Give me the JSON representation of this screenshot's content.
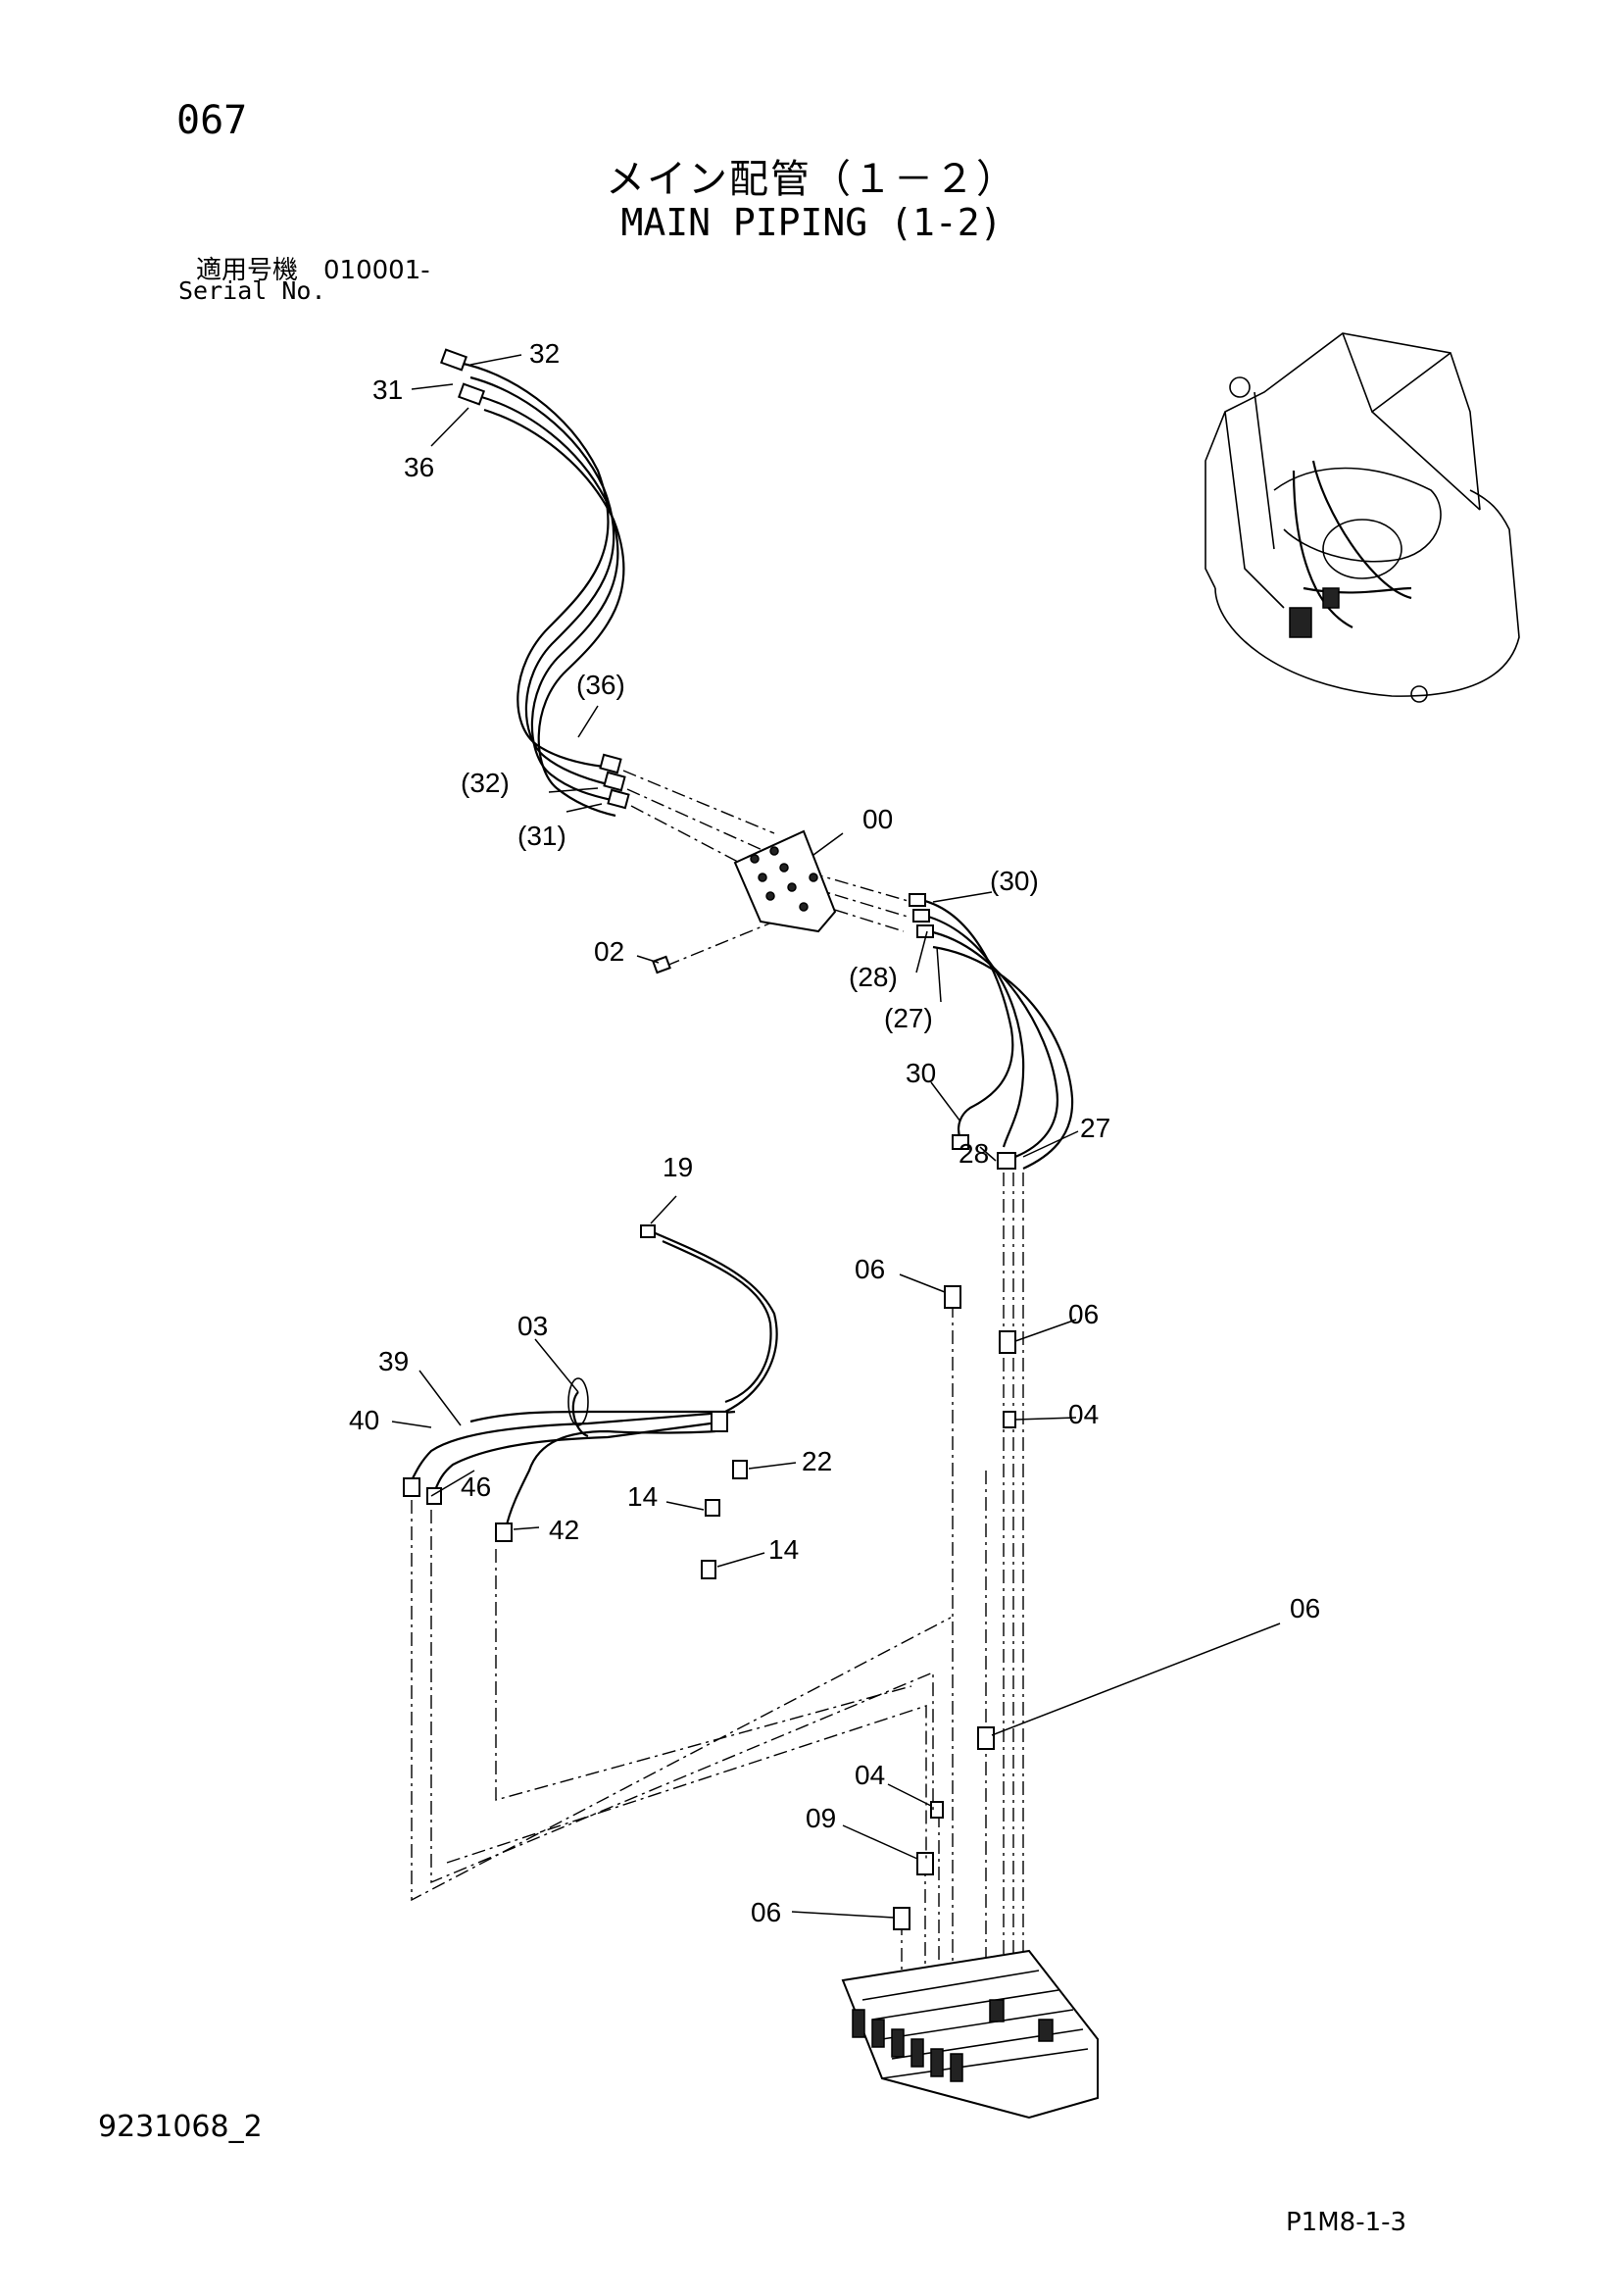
{
  "page_number": "067",
  "title_jp": "メイン配管（１－２）",
  "title_en": "MAIN PIPING (1-2)",
  "serial_label_jp": "適用号機　010001-",
  "serial_label_en": "Serial No.",
  "document_number": "9231068_2",
  "reference_code": "P1M8-1-3",
  "callouts": {
    "c32": "32",
    "c31": "31",
    "c36": "36",
    "p36": "(36)",
    "p32": "(32)",
    "p31": "(31)",
    "c00": "00",
    "p30": "(30)",
    "c02": "02",
    "p28": "(28)",
    "p27": "(27)",
    "c30": "30",
    "c28": "28",
    "c27": "27",
    "c19": "19",
    "c06a": "06",
    "c06b": "06",
    "c04a": "04",
    "c03": "03",
    "c39": "39",
    "c40": "40",
    "c22": "22",
    "c46": "46",
    "c14a": "14",
    "c42": "42",
    "c14b": "14",
    "c06c": "06",
    "c04b": "04",
    "c09": "09",
    "c06d": "06"
  }
}
